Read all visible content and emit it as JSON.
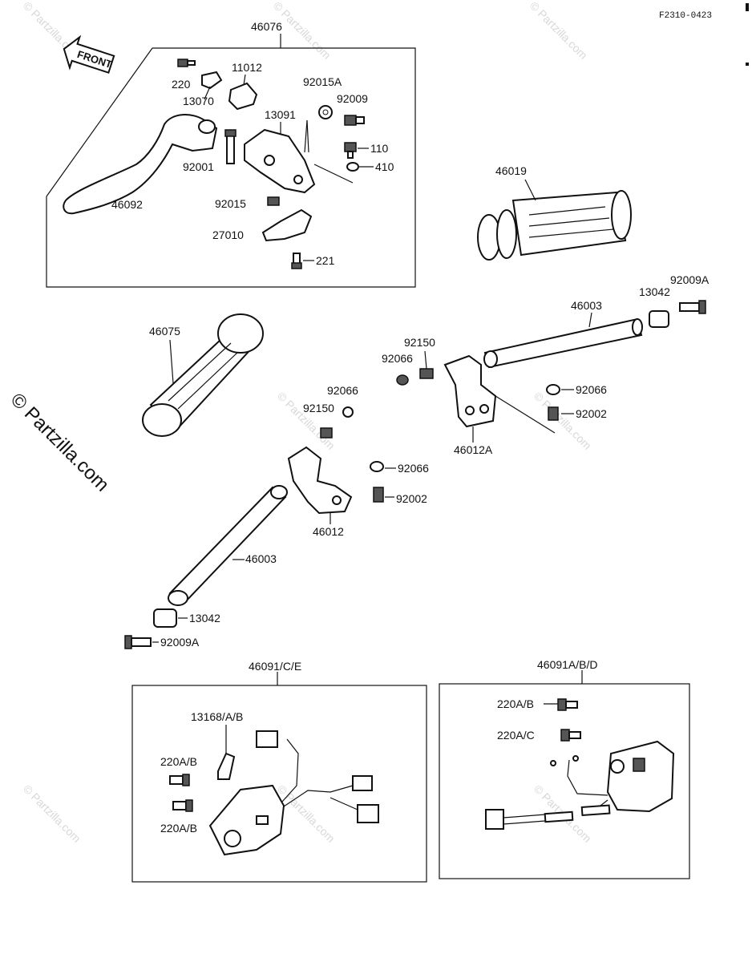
{
  "reference_code": "F2310-0423",
  "front_label": "FRONT",
  "watermark": "© Partzilla.com",
  "side_watermark": "© Partzilla.com",
  "labels": {
    "p46076": "46076",
    "p220": "220",
    "p11012": "11012",
    "p13070": "13070",
    "p92015A": "92015A",
    "p92009": "92009",
    "p13091": "13091",
    "p110": "110",
    "p410": "410",
    "p92001": "92001",
    "p46092": "46092",
    "p92015": "92015",
    "p27010": "27010",
    "p221": "221",
    "p46019": "46019",
    "p92009A_r": "92009A",
    "p13042_r": "13042",
    "p46003_r": "46003",
    "p92150_r": "92150",
    "p92066_r1": "92066",
    "p92066_r2": "92066",
    "p92002_r": "92002",
    "p46012A": "46012A",
    "p46075": "46075",
    "p92066_l1": "92066",
    "p92150_l": "92150",
    "p92066_l2": "92066",
    "p92002_l": "92002",
    "p46012": "46012",
    "p46003_l": "46003",
    "p13042_l": "13042",
    "p92009A_l": "92009A",
    "p46091CE": "46091/C/E",
    "p13168": "13168/A/B",
    "p220AB_1": "220A/B",
    "p220AB_2": "220A/B",
    "p46091ABD": "46091A/B/D",
    "p220AB_3": "220A/B",
    "p220AC": "220A/C"
  }
}
